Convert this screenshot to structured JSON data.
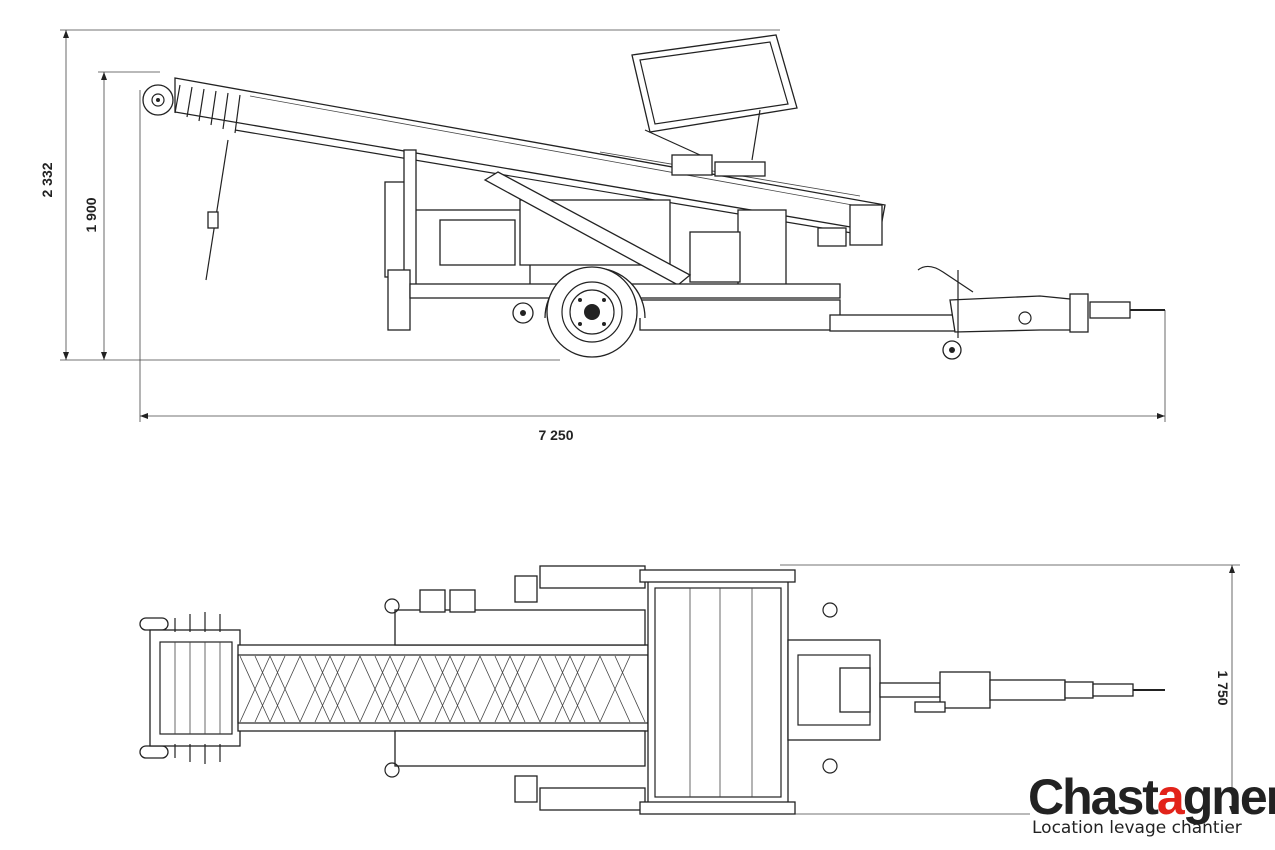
{
  "dimensions": {
    "overall_height": "2 332",
    "stowed_height": "1 900",
    "overall_length": "7 250",
    "overall_width": "1 750"
  },
  "logo": {
    "brand_before": "Chast",
    "brand_accent": "a",
    "brand_after": "gner",
    "tagline": "Location levage chantier"
  },
  "colors": {
    "line": "#222222",
    "brand_accent": "#e2231a",
    "background": "#ffffff"
  }
}
